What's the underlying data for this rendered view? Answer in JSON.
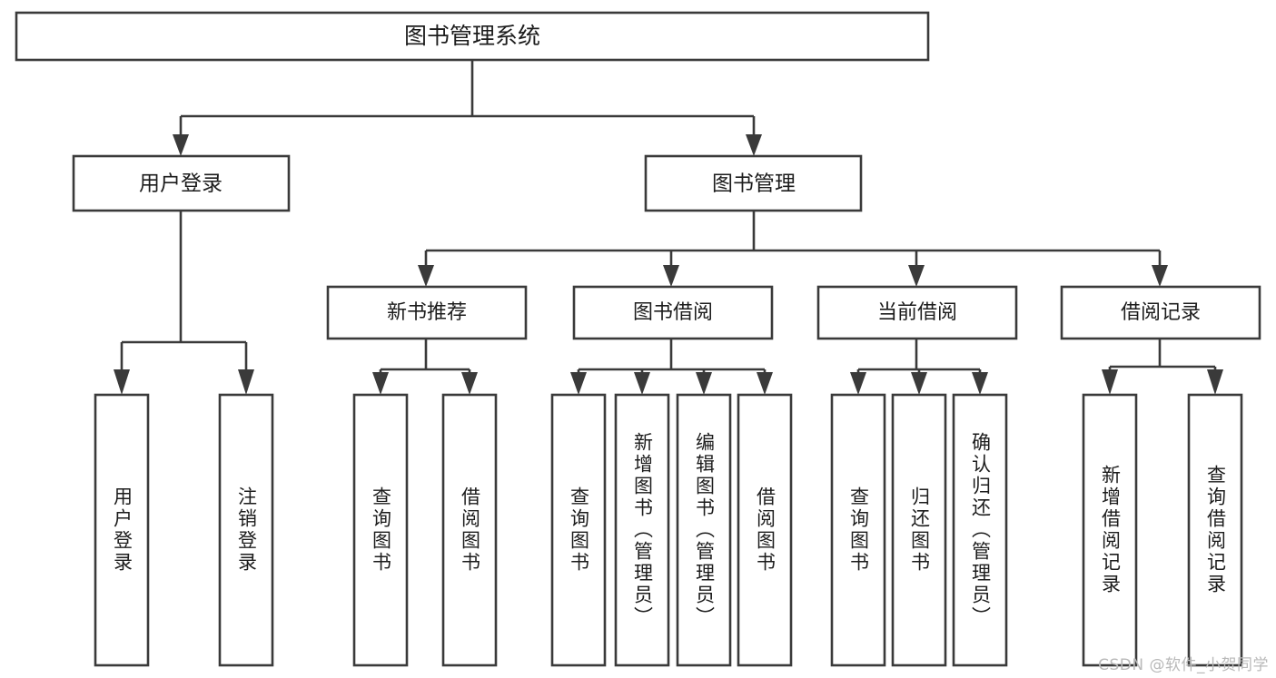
{
  "diagram": {
    "title": "图书管理系统",
    "type": "tree-hierarchy",
    "watermark": "CSDN @软件_小贺同学",
    "colors": {
      "background": "#ffffff",
      "box_stroke": "#3a3a3a",
      "box_fill": "#ffffff",
      "text": "#1c1c1c",
      "watermark": "#b9b9b9"
    },
    "root": {
      "label": "图书管理系统"
    },
    "level1": [
      {
        "label": "用户登录"
      },
      {
        "label": "图书管理"
      }
    ],
    "level2": [
      {
        "label": "新书推荐"
      },
      {
        "label": "图书借阅"
      },
      {
        "label": "当前借阅"
      },
      {
        "label": "借阅记录"
      }
    ],
    "leaves": {
      "user_login": [
        {
          "label": "用户登录"
        },
        {
          "label": "注销登录"
        }
      ],
      "new_book_recommend": [
        {
          "label": "查询图书"
        },
        {
          "label": "借阅图书"
        }
      ],
      "book_borrow": [
        {
          "label": "查询图书"
        },
        {
          "label": "新增图书（管理员）"
        },
        {
          "label": "编辑图书（管理员）"
        },
        {
          "label": "借阅图书"
        }
      ],
      "current_borrow": [
        {
          "label": "查询图书"
        },
        {
          "label": "归还图书"
        },
        {
          "label": "确认归还（管理员）"
        }
      ],
      "borrow_record": [
        {
          "label": "新增借阅记录"
        },
        {
          "label": "查询借阅记录"
        }
      ]
    }
  }
}
